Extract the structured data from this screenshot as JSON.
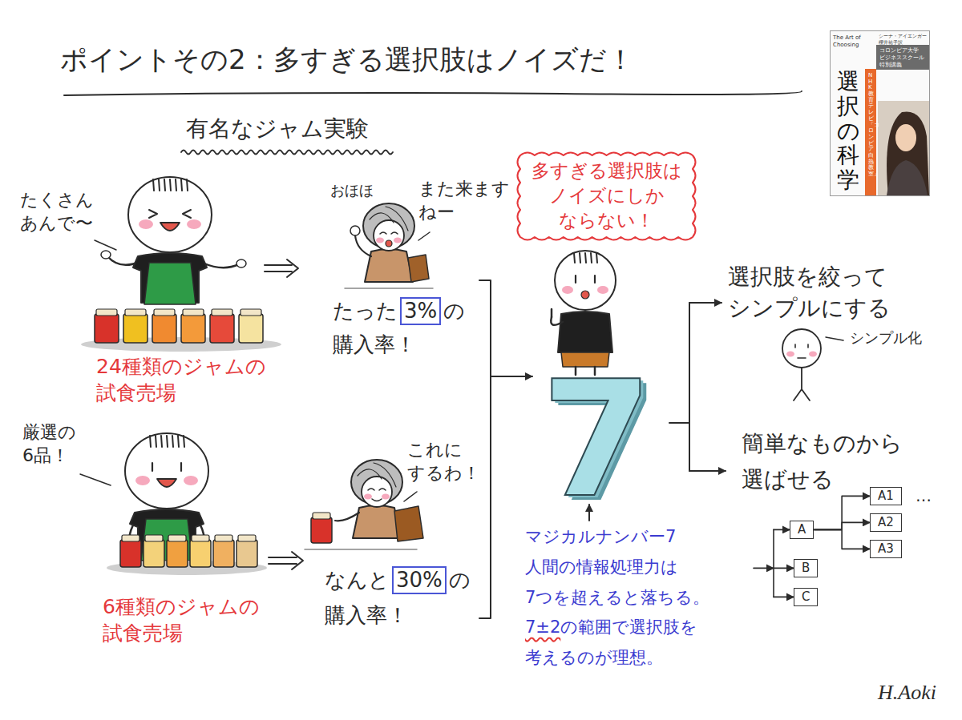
{
  "diagram": {
    "title": "ポイントその2：多すぎる選択肢はノイズだ！",
    "nodes": [
      {
        "text": [
          "The Art of Choosing",
          "シーナ・アイエンガー 櫻井祐子訳",
          "コロンビア大学 ビジネススクール 特別講義",
          "選択の科学",
          "NHK教育テレビ「コロンビア白熱教室」"
        ]
      },
      {
        "text": [
          "多すぎる選択肢は ノイズにしか ならない！"
        ]
      },
      {
        "text": [
          "3%"
        ]
      },
      {
        "text": [
          "30%"
        ]
      },
      {
        "text": [
          "A"
        ]
      },
      {
        "text": [
          "A1"
        ]
      },
      {
        "text": [
          "A2"
        ]
      },
      {
        "text": [
          "A3"
        ]
      },
      {
        "text": [
          "B"
        ]
      },
      {
        "text": [
          "C"
        ]
      }
    ],
    "edges": [
      {
        "from": 4,
        "to": 5,
        "arrow": "to"
      },
      {
        "from": 4,
        "to": 6,
        "arrow": "to"
      },
      {
        "from": 4,
        "to": 7,
        "arrow": "to"
      }
    ],
    "labels": [
      "有名なジャム実験",
      "たくさん あんで〜",
      "24種類のジャムの 試食売場",
      "厳選の 6品！",
      "6種類のジャムの 試食売場",
      "おほほ",
      "また来ます ねー",
      "たった",
      "の",
      "購入率！",
      "これに するわ！",
      "なんと",
      "の",
      "購入率！",
      "7",
      "マジカルナンバー7 人間の情報処理力は 7つを超えると落ちる。",
      "7±2",
      "の範囲で選択肢を 考えるのが理想。",
      "選択肢を絞って シンプルにする",
      "シンプル化",
      "簡単なものから 選ばせる",
      "…",
      "H.Aoki"
    ]
  }
}
